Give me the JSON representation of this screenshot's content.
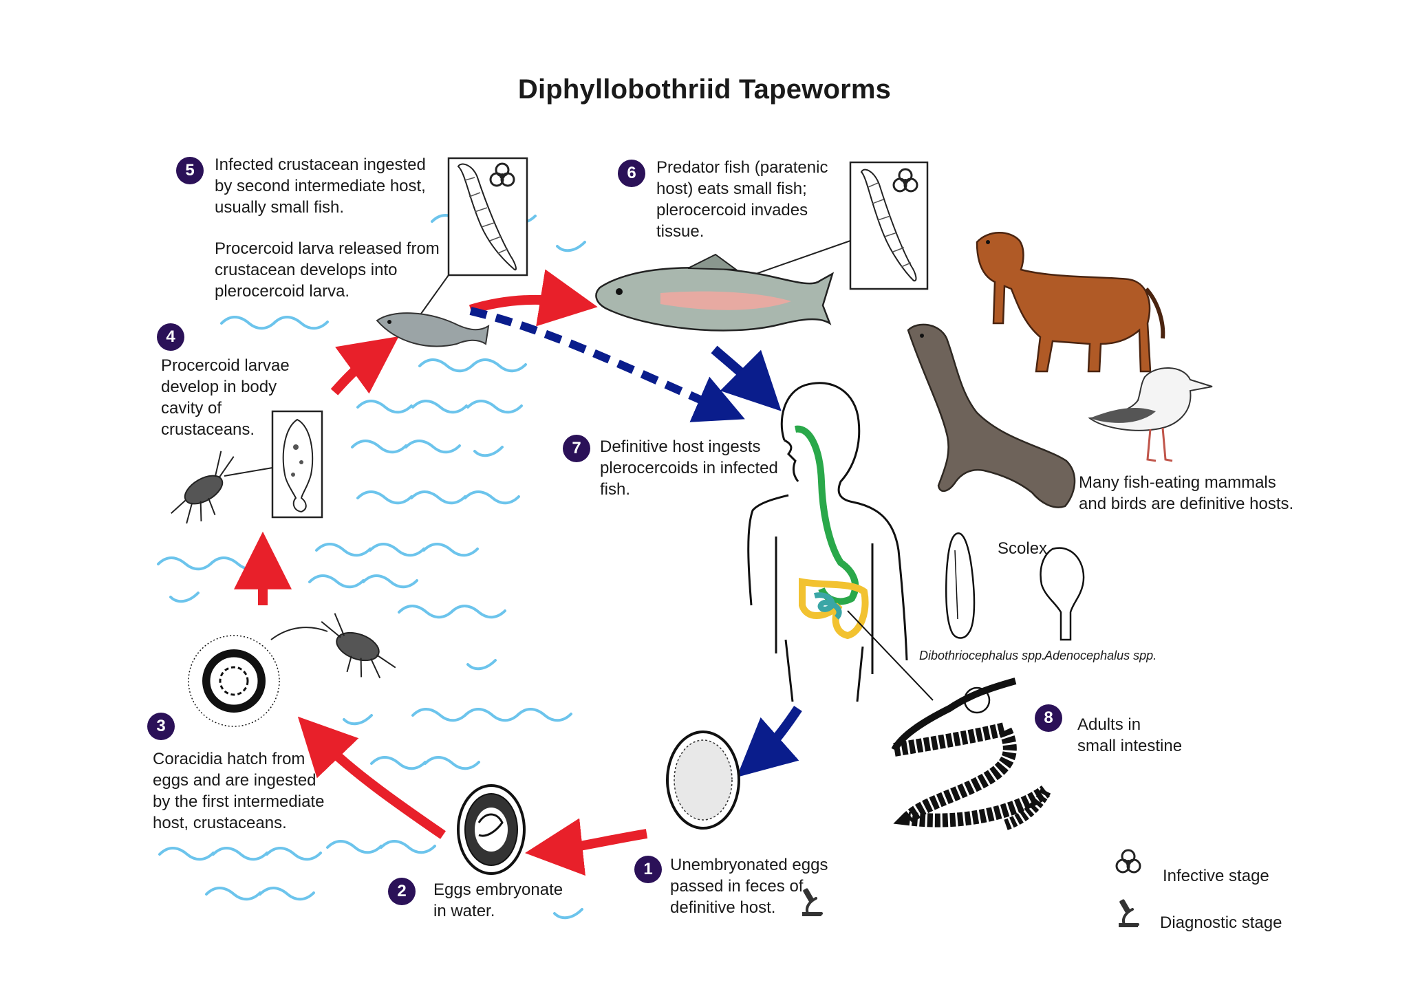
{
  "title": "Diphyllobothriid Tapeworms",
  "steps": [
    {
      "num": "1",
      "text": "Unembryonated eggs\npassed in feces of\ndefinitive host."
    },
    {
      "num": "2",
      "text": "Eggs embryonate\nin water."
    },
    {
      "num": "3",
      "text": "Coracidia hatch from\neggs and are ingested\nby the first intermediate\nhost, crustaceans."
    },
    {
      "num": "4",
      "text": "Procercoid larvae\ndevelop in body\ncavity of\ncrustaceans."
    },
    {
      "num": "5",
      "text": "Infected crustacean ingested\nby second intermediate host,\nusually small fish.",
      "text2": "Procercoid larva released from\ncrustacean develops into\nplerocercoid larva."
    },
    {
      "num": "6",
      "text": "Predator fish (paratenic\nhost) eats small fish;\nplerocercoid invades\ntissue."
    },
    {
      "num": "7",
      "text": "Definitive host ingests\nplerocercoids in infected\nfish."
    },
    {
      "num": "8",
      "text": "Adults in\nsmall intestine"
    }
  ],
  "hosts_note": "Many fish-eating mammals\nand birds are definitive hosts.",
  "scolex": {
    "label": "Scolex",
    "species_1": "Dibothriocephalus spp.",
    "species_2": "Adenocephalus spp."
  },
  "legend": {
    "infective": "Infective stage",
    "diagnostic": "Diagnostic stage"
  },
  "colors": {
    "badge": "#2b1158",
    "water": "#6cc4ec",
    "arrow_red": "#e8202a",
    "arrow_blue": "#0a1d8c",
    "gut_green": "#2aa84a",
    "gut_yellow": "#f2c230",
    "gut_teal": "#3aa6a6"
  }
}
